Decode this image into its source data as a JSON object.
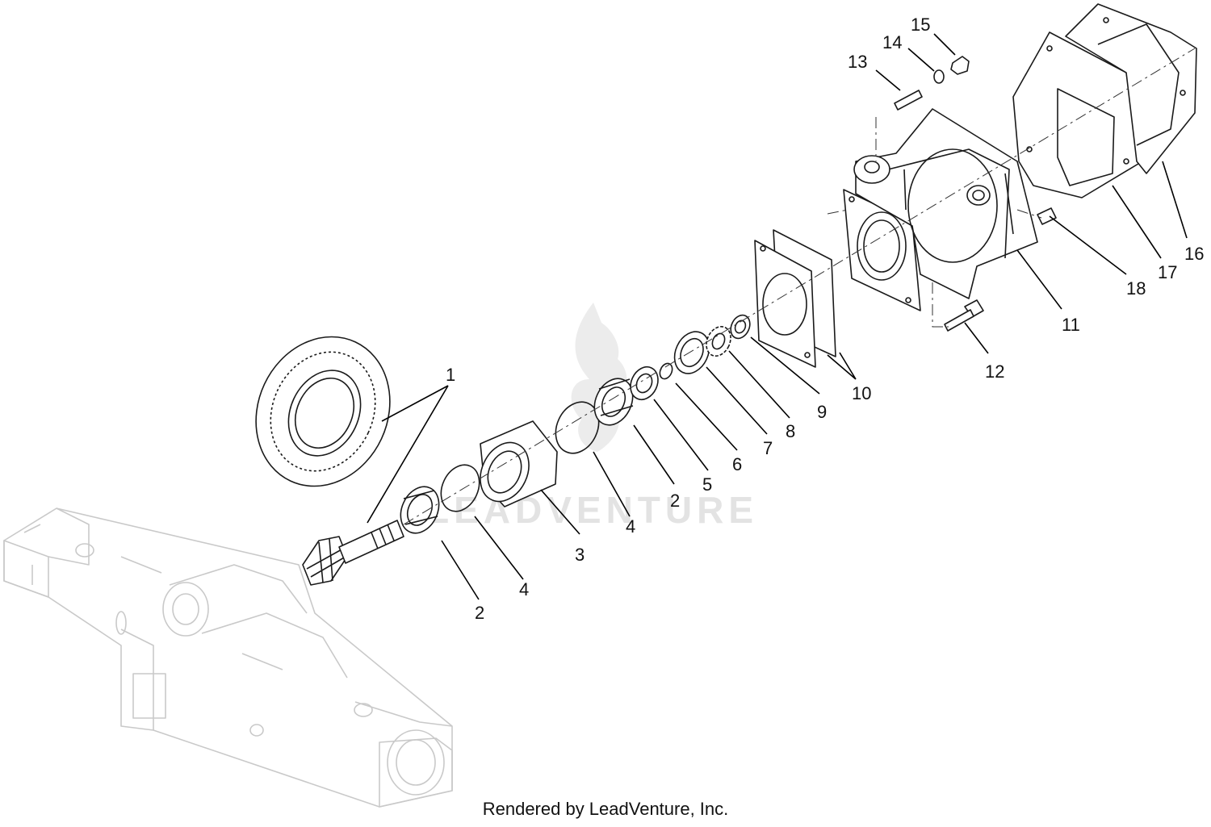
{
  "watermark": "LEADVENTURE",
  "footer": "Rendered by LeadVenture, Inc.",
  "callouts": [
    "1",
    "2",
    "4",
    "3",
    "4",
    "2",
    "5",
    "6",
    "7",
    "8",
    "9",
    "10",
    "11",
    "12",
    "13",
    "14",
    "15",
    "16",
    "17",
    "18"
  ],
  "colors": {
    "line": "#1a1a1a",
    "ghost": "#c9c9c9",
    "watermark": "#e3e3e3"
  }
}
